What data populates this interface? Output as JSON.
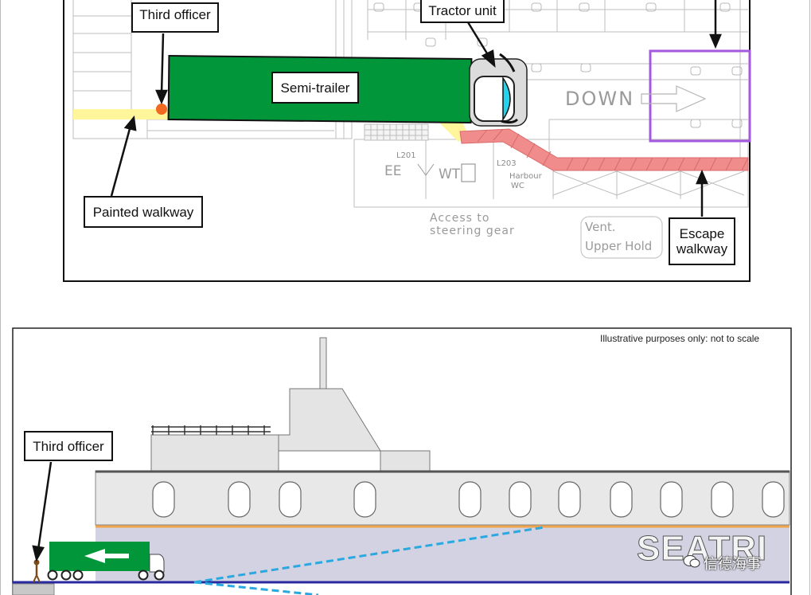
{
  "top_diagram": {
    "labels": {
      "third_officer": "Third officer",
      "tractor_unit": "Tractor unit",
      "semi_trailer": "Semi-trailer",
      "painted_walkway": "Painted walkway",
      "escape_walkway_line1": "Escape",
      "escape_walkway_line2": "walkway"
    },
    "plan_text": {
      "down": "DOWN",
      "room_l201": "L201",
      "room_ee": "EE",
      "room_wt": "WT",
      "room_l203": "L203",
      "room_harbour_1": "Harbour",
      "room_harbour_2": "WC",
      "access_line1": "Access to",
      "access_line2": "steering gear",
      "vent_line1": "Vent.",
      "vent_line2": "Upper Hold"
    },
    "colors": {
      "semi_trailer": "#009639",
      "painted_walkway": "#fff59a",
      "escape_walkway": "#f08c8c",
      "highlight_box": "#a45adf",
      "tractor_window": "#22d3ee",
      "officer_dot": "#f26a21"
    }
  },
  "bottom_diagram": {
    "note": "Illustrative purposes only: not to scale",
    "labels": {
      "third_officer": "Third officer"
    },
    "colors": {
      "hull": "#e4e4e4",
      "car_deck": "#d2d2e2",
      "orange_line": "#f0a44b",
      "deck_line": "#2a2aa0",
      "sight_line": "#2aa8e0",
      "truck": "#009639"
    }
  },
  "watermark": {
    "brand": "SEATRI",
    "wechat_account": "信德海事"
  }
}
